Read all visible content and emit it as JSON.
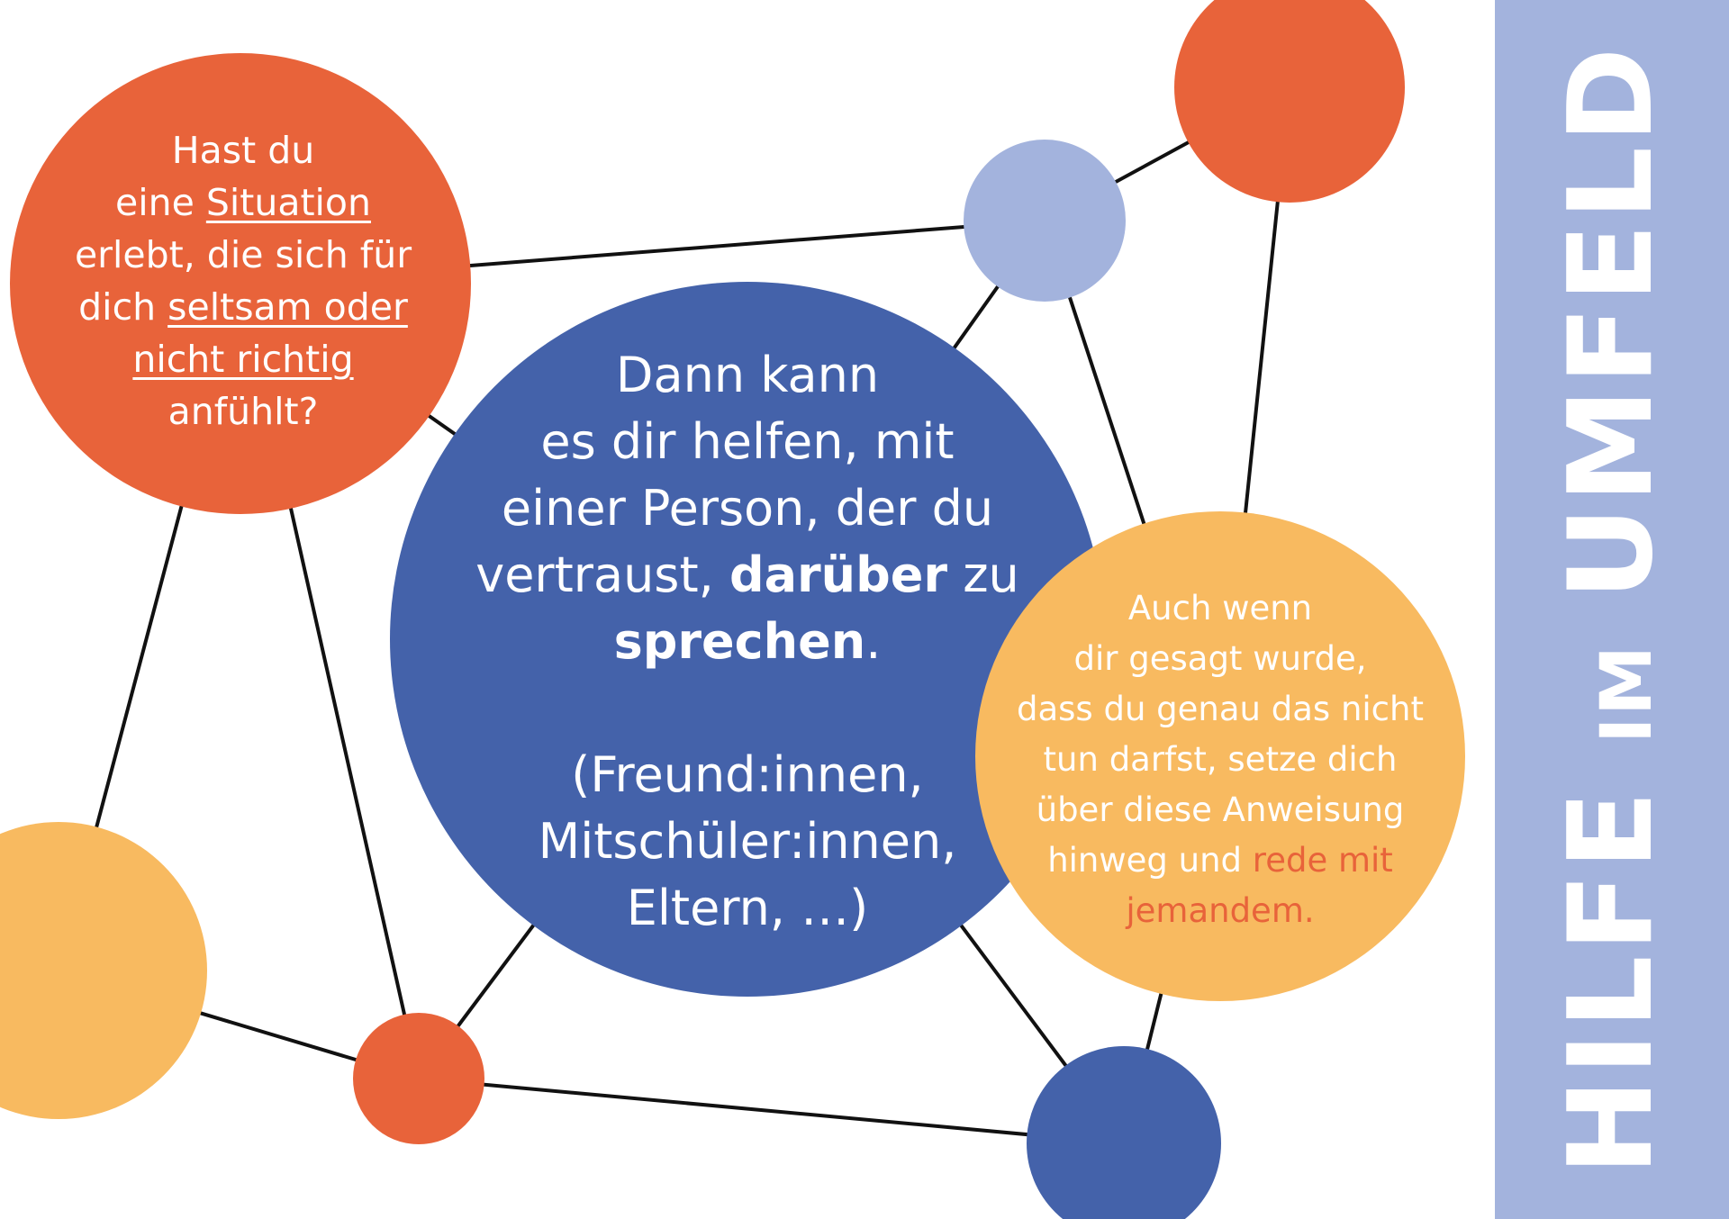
{
  "colors": {
    "orange": "#e8633a",
    "dark_blue": "#4462aa",
    "light_blue": "#a3b3dd",
    "yellow": "#f8ba60",
    "line": "#111111",
    "panel": "#a3b3dd"
  },
  "question_bubble": {
    "l1": "Hast du",
    "l2_pre": "eine ",
    "l2_u": "Situation",
    "l3": "erlebt, die sich für",
    "l4_pre": "dich ",
    "l4_u": "seltsam oder",
    "l5_u": "nicht richtig",
    "l6": "anfühlt?"
  },
  "main_bubble": {
    "l1": "Dann kann",
    "l2": "es dir helfen, mit",
    "l3": "einer Person, der du",
    "l4_pre": "vertraust, ",
    "l4_b": "darüber",
    "l4_post": " zu",
    "l5_b": "sprechen",
    "l5_post": ".",
    "e1": "(Freund:innen,",
    "e2": "Mitschüler:innen,",
    "e3": "Eltern, …)"
  },
  "side_bubble": {
    "l1": "Auch wenn",
    "l2": "dir gesagt wurde,",
    "l3": "dass du genau das nicht",
    "l4": "tun darfst, setze dich",
    "l5": "über diese Anweisung",
    "l6_pre": "hinweg und ",
    "l6_accent": "rede mit",
    "l7_accent": "jemandem."
  },
  "side_panel": {
    "word1": "HILFE",
    "word2": "IM",
    "word3": "UMFELD"
  }
}
